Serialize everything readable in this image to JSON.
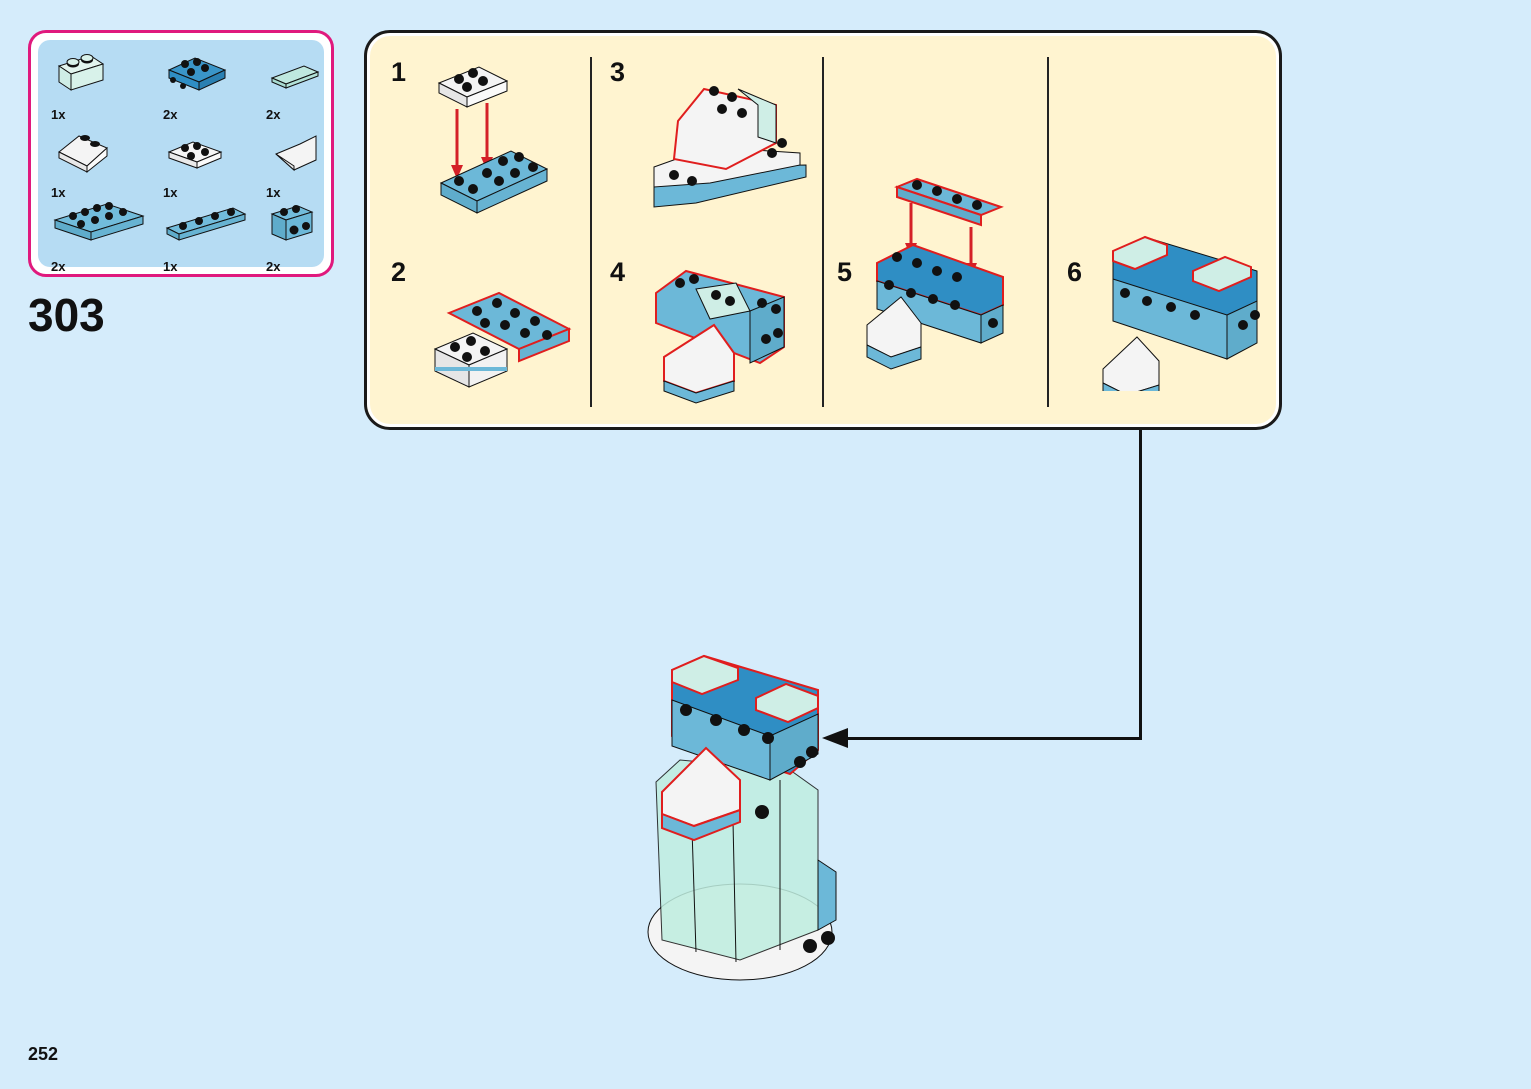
{
  "page": {
    "page_number": "252",
    "main_step_number": "303"
  },
  "parts_list": {
    "items": [
      {
        "name": "brick-1x2-trans-light-blue",
        "qty": "1x"
      },
      {
        "name": "plate-2x2-with-pins-dark-azure",
        "qty": "2x"
      },
      {
        "name": "tile-1x2-trans-light-blue",
        "qty": "2x"
      },
      {
        "name": "slope-2x2-white",
        "qty": "1x"
      },
      {
        "name": "plate-2x2-white",
        "qty": "1x"
      },
      {
        "name": "slope-corner-white",
        "qty": "1x"
      },
      {
        "name": "plate-2x4-medium-azure",
        "qty": "2x"
      },
      {
        "name": "plate-1x4-medium-azure",
        "qty": "1x"
      },
      {
        "name": "brick-1x2-with-pins-medium-azure",
        "qty": "2x"
      }
    ]
  },
  "sub_steps": [
    {
      "number": "1"
    },
    {
      "number": "2"
    },
    {
      "number": "3"
    },
    {
      "number": "4"
    },
    {
      "number": "5"
    },
    {
      "number": "6"
    }
  ],
  "colors": {
    "page_background": "#d5ecfb",
    "parts_box_border": "#e0197d",
    "parts_box_fill": "#b6dcf3",
    "sub_panel_fill": "#fff4d0",
    "highlight_outline": "#e01e1e",
    "arrow_red": "#d42027",
    "medium_azure": "#6cb8d8",
    "dark_azure": "#2f8ec4",
    "white_brick": "#f4f4f4",
    "trans_light_blue": "#cfeee6"
  }
}
